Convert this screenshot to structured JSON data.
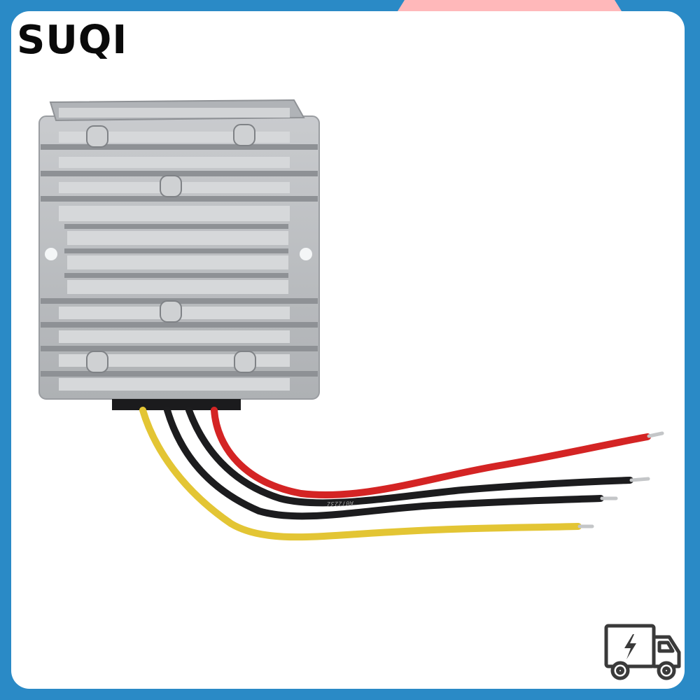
{
  "brand": {
    "name": "SUQI"
  },
  "product": {
    "subject": "waterproof-dc-dc-converter-module",
    "housing_color": "#b9bcbf",
    "wire_colors": [
      "#e8c93a",
      "#1c1c1e",
      "#1c1c1e",
      "#d42424"
    ],
    "cable_print": "A072232"
  },
  "badge": {
    "icon": "delivery-truck-lightning-icon"
  },
  "theme": {
    "frame_color": "#2a8ac6",
    "tab_color": "#ffb8ba",
    "background": "#ffffff"
  }
}
